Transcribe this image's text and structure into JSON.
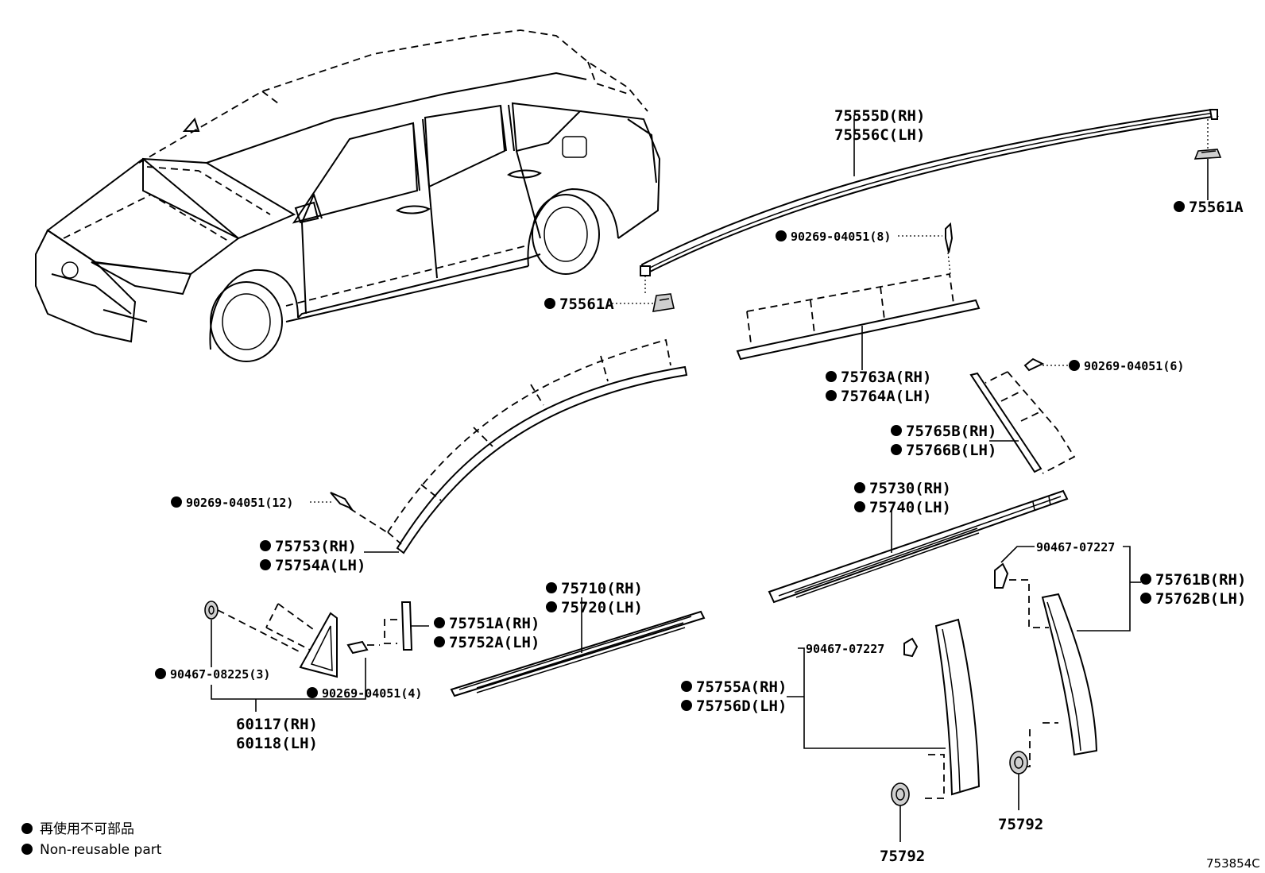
{
  "labels": {
    "p75555d": "75555D(RH)",
    "p75556c": "75556C(LH)",
    "p75561a_right": "75561A",
    "p90269_8": "90269-04051(8)",
    "p75561a_left": "75561A",
    "p75763a": "75763A(RH)",
    "p75764a": "75764A(LH)",
    "p90269_6": "90269-04051(6)",
    "p75765b": "75765B(RH)",
    "p75766b": "75766B(LH)",
    "p75730": "75730(RH)",
    "p75740": "75740(LH)",
    "p90269_12": "90269-04051(12)",
    "p75753": "75753(RH)",
    "p75754a": "75754A(LH)",
    "p90467_07227_a": "90467-07227",
    "p75761b": "75761B(RH)",
    "p75762b": "75762B(LH)",
    "p75710": "75710(RH)",
    "p75720": "75720(LH)",
    "p75751a": "75751A(RH)",
    "p75752a": "75752A(LH)",
    "p90467_07227_b": "90467-07227",
    "p90467_08225": "90467-08225(3)",
    "p90269_4": "90269-04051(4)",
    "p75755a": "75755A(RH)",
    "p75756d": "75756D(LH)",
    "p60117": "60117(RH)",
    "p60118": "60118(LH)",
    "p75792_left": "75792",
    "p75792_right": "75792"
  },
  "legend": {
    "line1": "再使用不可部品",
    "line2": "Non-reusable part"
  },
  "ref_code": "753854C"
}
